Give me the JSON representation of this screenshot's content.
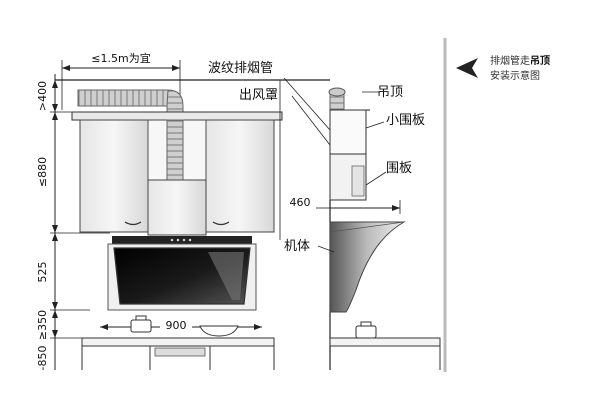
{
  "dimensions": {
    "top_width": "≤1.5m为宜",
    "v400": ">400",
    "v880": "≤880",
    "v525": "525",
    "v350": "≥350",
    "v850": "-850",
    "w900": "900",
    "d460": "460"
  },
  "labels": {
    "corrugated_duct": "波纹排烟管",
    "air_outlet_cover": "出风罩",
    "ceiling": "吊顶",
    "small_panel": "小围板",
    "panel": "围板",
    "body": "机体"
  },
  "caption": {
    "line1_part1": "排烟管走",
    "line1_bold": "吊顶",
    "line2": "安装示意图"
  },
  "icons": {
    "pointer": "arrow-left-icon"
  }
}
